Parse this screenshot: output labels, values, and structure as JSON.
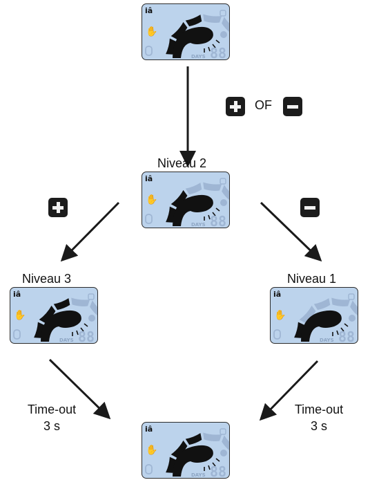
{
  "displays": [
    {
      "id": "top",
      "level": 3
    },
    {
      "id": "center",
      "level": 2
    },
    {
      "id": "left",
      "level": 3
    },
    {
      "id": "right",
      "level": 1
    },
    {
      "id": "bottom",
      "level": 3
    }
  ],
  "labels": {
    "center": "Niveau 2",
    "left": "Niveau 3",
    "right": "Niveau 1",
    "or_text": "OF",
    "timeout_left_1": "Time-out",
    "timeout_left_2": "3 s",
    "timeout_right_1": "Time-out",
    "timeout_right_2": "3 s",
    "lcd_days": "DAYS",
    "lcd_digits": "88"
  },
  "buttons": {
    "plus_icon": "plus-icon",
    "minus_icon": "minus-icon"
  },
  "colors": {
    "lcd_background": "#bcd3ec",
    "segment_active": "#111111",
    "segment_inactive": "#9fb6d4",
    "button": "#1c1c1c"
  }
}
